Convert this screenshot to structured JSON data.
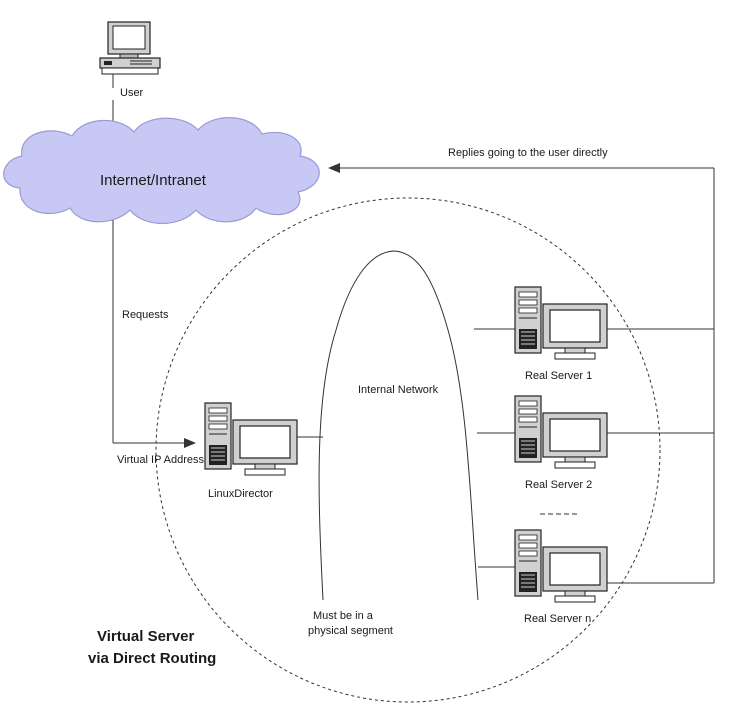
{
  "labels": {
    "user": "User",
    "internet": "Internet/Intranet",
    "replies": "Replies going to the user directly",
    "requests": "Requests",
    "vip": "Virtual IP Address",
    "director": "LinuxDirector",
    "internal_network": "Internal Network",
    "real_server_1": "Real Server 1",
    "real_server_2": "Real Server 2",
    "real_server_n": "Real Server n",
    "segment_line1": "Must be in a",
    "segment_line2": "physical segment",
    "title_line1": "Virtual Server",
    "title_line2": "via Direct Routing"
  },
  "colors": {
    "cloud_fill": "#c8c8f4",
    "cloud_stroke": "#9a9ad8",
    "line": "#333333",
    "device_fill": "#d0d0d0"
  },
  "icons": {
    "user_workstation": "desktop-computer-icon",
    "server": "tower-server-with-monitor-icon",
    "cloud": "network-cloud-icon"
  }
}
